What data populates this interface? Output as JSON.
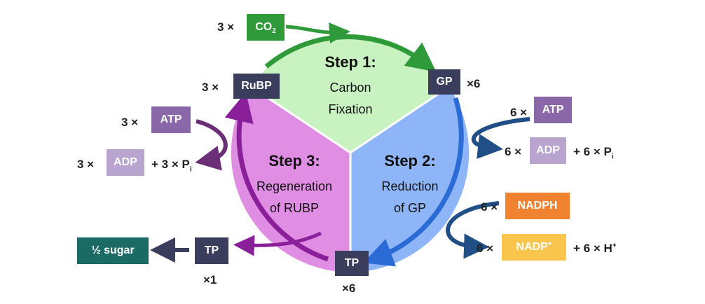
{
  "steps": {
    "step1": {
      "title": "Step 1:",
      "line1": "Carbon",
      "line2": "Fixation"
    },
    "step2": {
      "title": "Step 2:",
      "line1": "Reduction",
      "line2": "of GP"
    },
    "step3": {
      "title": "Step 3:",
      "line1": "Regeneration",
      "line2": "of RUBP"
    }
  },
  "molecules": {
    "co2": {
      "label": "CO",
      "sub": "2",
      "coef": "3 ×"
    },
    "rubp": {
      "label": "RuBP",
      "coef": "3 ×"
    },
    "gp": {
      "label": "GP",
      "coef": "×6"
    },
    "tp_bottom": {
      "label": "TP",
      "coef": "×6"
    },
    "tp_left": {
      "label": "TP",
      "coef": "×1"
    },
    "sugar": {
      "label": "½ sugar"
    },
    "atp_right": {
      "label": "ATP",
      "coef": "6 ×"
    },
    "adp_right": {
      "label": "ADP",
      "coef": "6 ×",
      "extra": "+ 6 × P",
      "extra_sub": "i"
    },
    "nadph": {
      "label": "NADPH",
      "coef": "6 ×"
    },
    "nadp": {
      "label": "NADP",
      "sup": "+",
      "coef": "6 ×",
      "extra": "+ 6 × H",
      "extra_sup": "+"
    },
    "atp_left": {
      "label": "ATP",
      "coef": "3 ×"
    },
    "adp_left": {
      "label": "ADP",
      "coef": "3 ×",
      "extra": "+ 3 × P",
      "extra_sub": "i"
    }
  },
  "colors": {
    "step1_fill": "#c8f2c0",
    "step2_fill": "#8db5f7",
    "step3_fill": "#e08ee3",
    "green_arrow": "#2e9a3a",
    "blue_arrow": "#2a6bd6",
    "purple_arrow": "#8a1f9a",
    "dark_blue_arrow": "#1f4f86",
    "dark_purple_arrow": "#6b2f78",
    "navy_box": "#3b3d5c",
    "co2_box": "#2e9a3a",
    "atp_box": "#8a67a8",
    "adp_box": "#b9a3cf",
    "nadph_box": "#f0832f",
    "nadp_box": "#f9c54c",
    "sugar_box": "#1b6a63"
  }
}
